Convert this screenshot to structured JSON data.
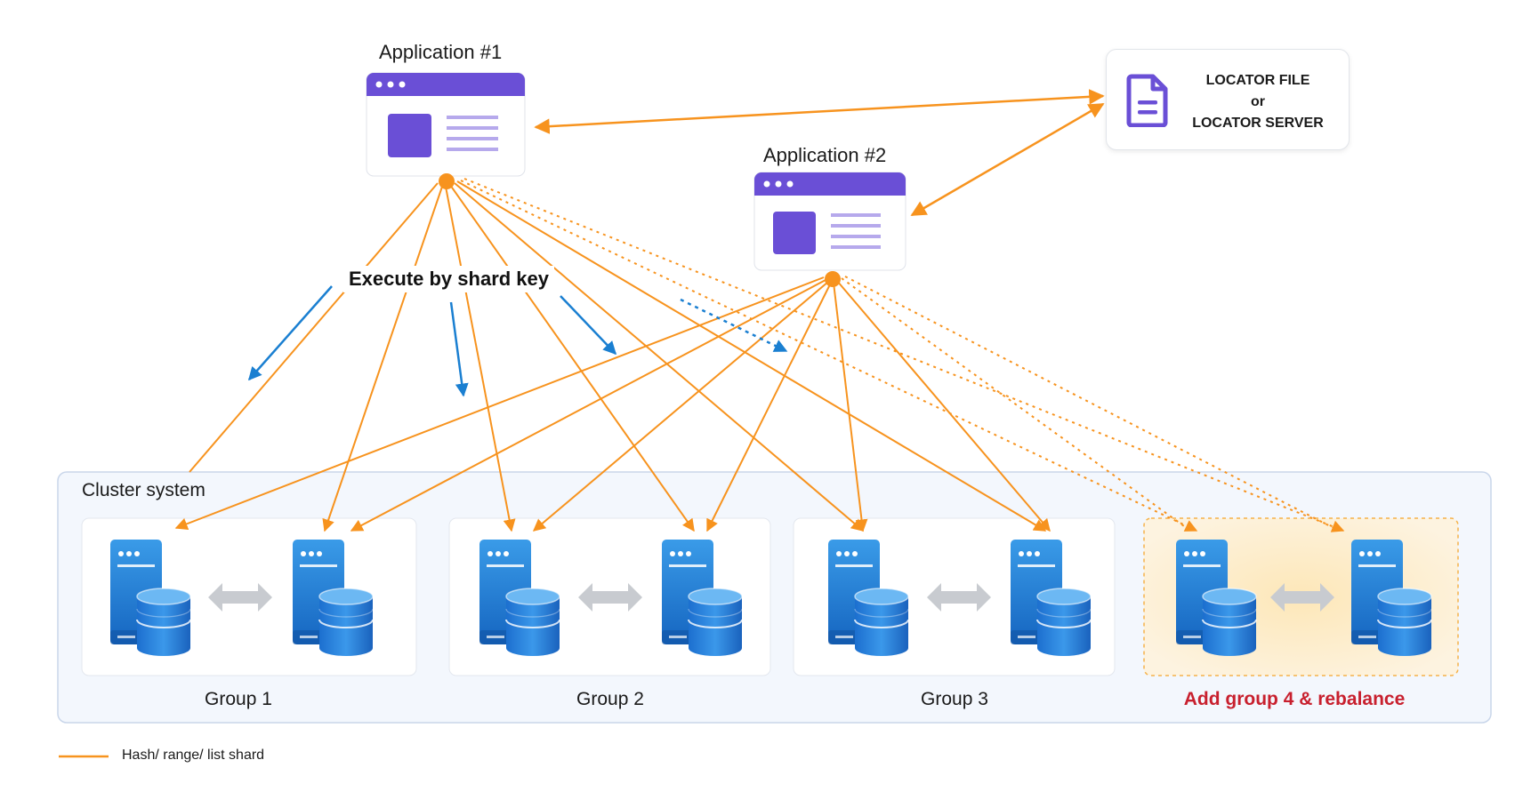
{
  "applications": [
    {
      "title": "Application #1"
    },
    {
      "title": "Application #2"
    }
  ],
  "locator": {
    "line1": "LOCATOR FILE",
    "line2": "or",
    "line3": "LOCATOR SERVER",
    "icon": "document-icon"
  },
  "center_label": "Execute by shard key",
  "cluster": {
    "title": "Cluster system",
    "groups": [
      {
        "label": "Group 1"
      },
      {
        "label": "Group 2"
      },
      {
        "label": "Group 3"
      },
      {
        "label": "Add group 4 & rebalance"
      }
    ]
  },
  "legend": {
    "text": "Hash/ range/ list shard"
  },
  "colors": {
    "orange": "#f7931e",
    "blue_arrow": "#1a7fd1",
    "purple": "#6a4fd6",
    "cluster_bg": "#f3f7fd",
    "new_group_bg": "#fdf1d8",
    "red_text": "#c8202e"
  }
}
